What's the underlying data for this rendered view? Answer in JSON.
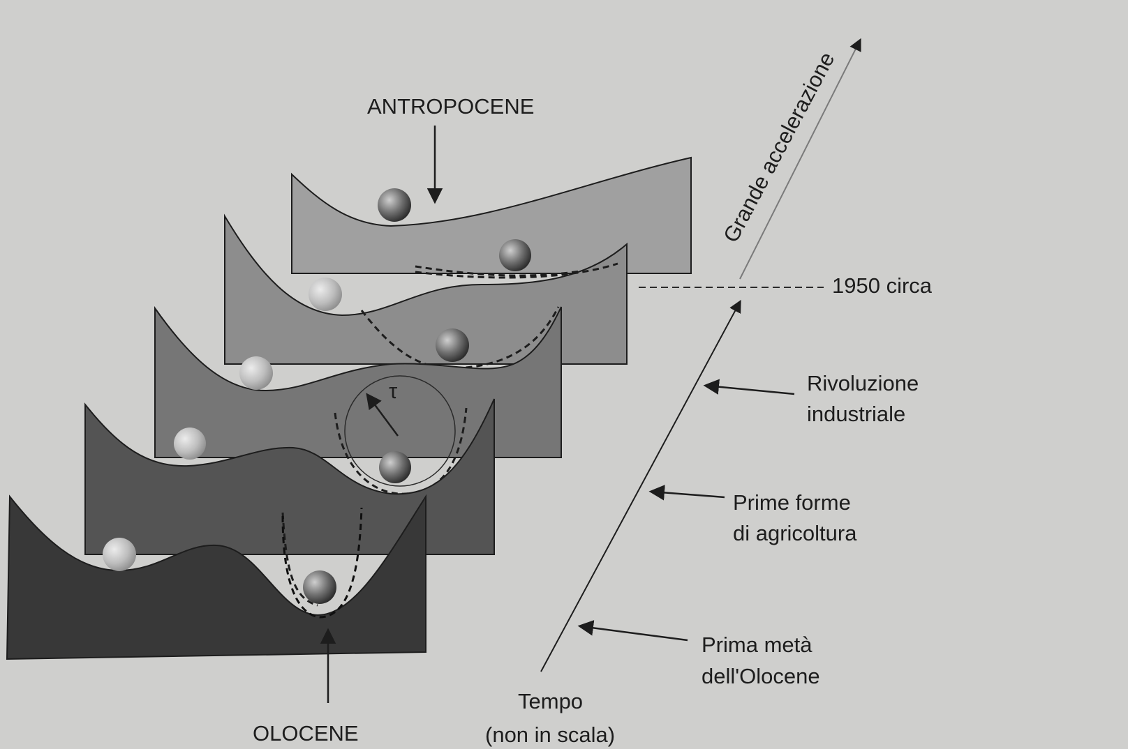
{
  "labels": {
    "anthropocene": "ANTROPOCENE",
    "holocene": "OLOCENE",
    "great_acceleration": "Grande accelerazione",
    "year_1950": "1950 circa",
    "industrial_rev_line1": "Rivoluzione",
    "industrial_rev_line2": "industriale",
    "agriculture_line1": "Prime forme",
    "agriculture_line2": "di agricoltura",
    "early_holocene_line1": "Prima metà",
    "early_holocene_line2": "dell'Olocene",
    "time_line1": "Tempo",
    "time_line2": "(non in scala)",
    "tau": "τ"
  },
  "colors": {
    "background": "#cfcfcd",
    "panel_1": "#383838",
    "panel_2": "#545454",
    "panel_3": "#767676",
    "panel_4": "#8d8d8d",
    "panel_5": "#a0a0a0",
    "ball": "#6a6a6a",
    "ball_faded": "#b5b5b5"
  }
}
